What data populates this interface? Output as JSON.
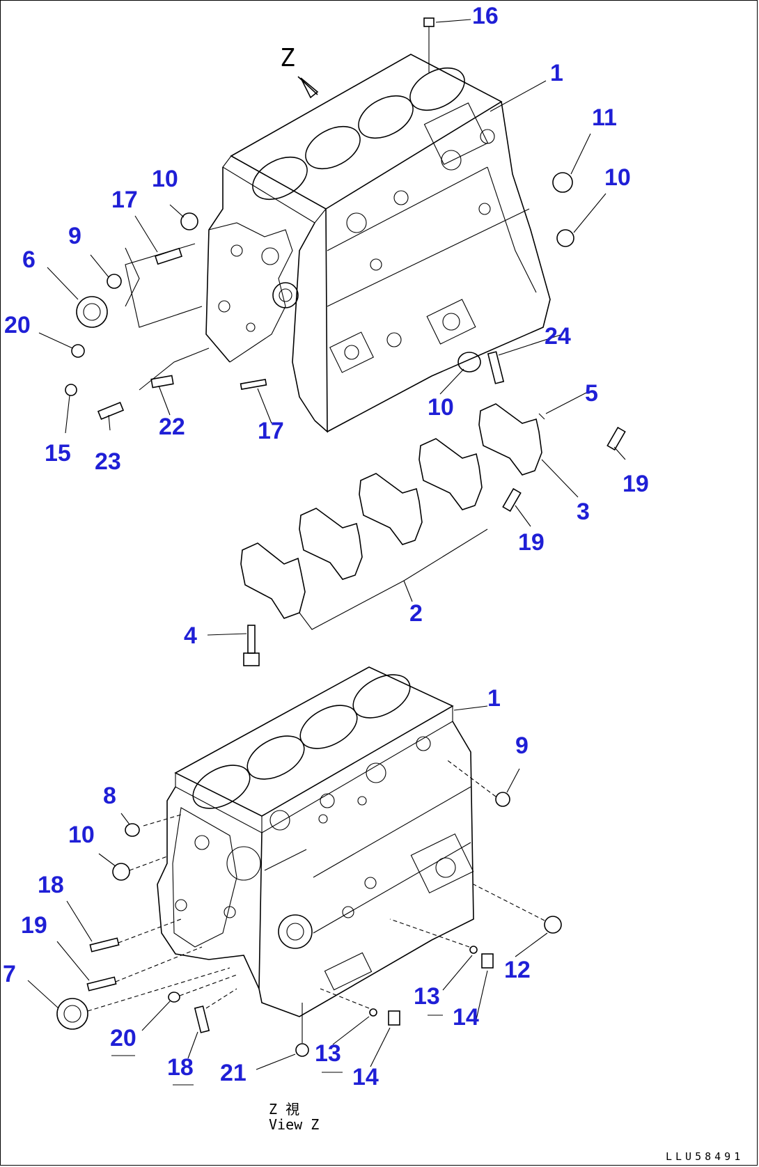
{
  "diagram": {
    "top_view_letter": "Z",
    "caption_line1": "Z  視",
    "caption_line2": "View Z",
    "drawing_code": "LLU58491",
    "callout_color": "#1f1fd6",
    "callouts": [
      {
        "label": "16"
      },
      {
        "label": "1"
      },
      {
        "label": "11"
      },
      {
        "label": "10"
      },
      {
        "label": "10"
      },
      {
        "label": "17"
      },
      {
        "label": "9"
      },
      {
        "label": "6"
      },
      {
        "label": "20"
      },
      {
        "label": "24"
      },
      {
        "label": "10"
      },
      {
        "label": "5"
      },
      {
        "label": "22"
      },
      {
        "label": "17"
      },
      {
        "label": "15"
      },
      {
        "label": "23"
      },
      {
        "label": "19"
      },
      {
        "label": "3"
      },
      {
        "label": "19"
      },
      {
        "label": "2"
      },
      {
        "label": "4"
      },
      {
        "label": "1"
      },
      {
        "label": "9"
      },
      {
        "label": "8"
      },
      {
        "label": "10"
      },
      {
        "label": "18"
      },
      {
        "label": "19"
      },
      {
        "label": "7"
      },
      {
        "label": "12"
      },
      {
        "label": "13"
      },
      {
        "label": "14"
      },
      {
        "label": "20"
      },
      {
        "label": "18"
      },
      {
        "label": "21"
      },
      {
        "label": "13"
      },
      {
        "label": "14"
      }
    ]
  }
}
